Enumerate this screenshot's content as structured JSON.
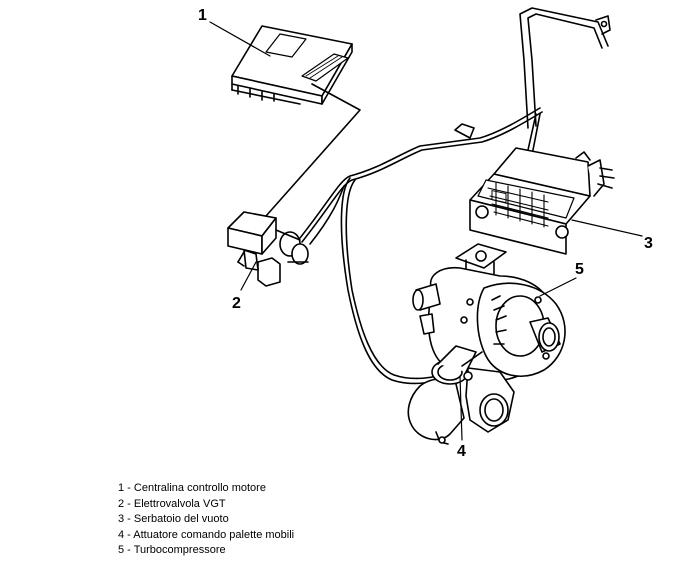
{
  "callouts": [
    "1",
    "2",
    "3",
    "4",
    "5"
  ],
  "legend": [
    "1 - Centralina controllo motore",
    "2 - Elettrovalvola VGT",
    "3 - Serbatoio del vuoto",
    "4 - Attuatore comando palette mobili",
    "5 - Turbocompressore"
  ],
  "colors": {
    "line": "#000000",
    "background": "#ffffff"
  }
}
